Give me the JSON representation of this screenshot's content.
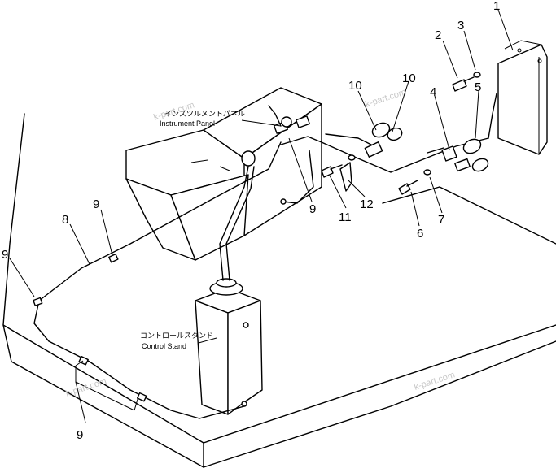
{
  "labels": {
    "instrument_panel_jp": "インスツルメントパネル",
    "instrument_panel_en": "Instrument Panel",
    "control_stand_jp": "コントロールスタンド",
    "control_stand_en": "Control Stand"
  },
  "callouts": {
    "c1": "1",
    "c2": "2",
    "c3": "3",
    "c4": "4",
    "c5": "5",
    "c6": "6",
    "c7": "7",
    "c8": "8",
    "c9_left": "9",
    "c9_mid": "9",
    "c9_bottom": "9",
    "c9_panel": "9",
    "c10_a": "10",
    "c10_b": "10",
    "c11": "11",
    "c12": "12"
  },
  "watermarks": [
    "k-part.com",
    "k-part.com",
    "k-part.com"
  ]
}
